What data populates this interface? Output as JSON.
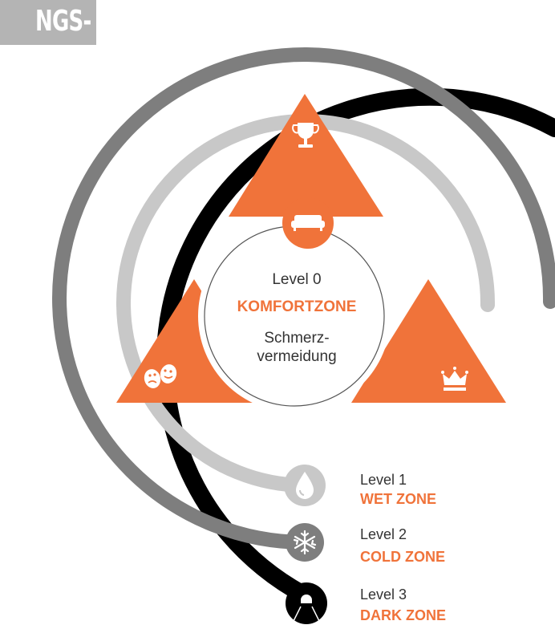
{
  "header": {
    "tab_text": "NGS-"
  },
  "center": {
    "level": "Level 0",
    "zone": "KOMFORTZONE",
    "desc_line1": "Schmerz-",
    "desc_line2": "vermeidung"
  },
  "zones": [
    {
      "level": "Level 1",
      "name": "WET ZONE",
      "icon": "water-drop-icon",
      "color": "#c8c8c8"
    },
    {
      "level": "Level 2",
      "name": "COLD ZONE",
      "icon": "snowflake-icon",
      "color": "#7e7e7e"
    },
    {
      "level": "Level 3",
      "name": "DARK ZONE",
      "icon": "flashlight-icon",
      "color": "#000000"
    }
  ],
  "icons": {
    "top": "trophy-icon",
    "center": "sofa-icon",
    "left": "theater-masks-icon",
    "right": "crown-icon"
  },
  "colors": {
    "accent": "#f0733a",
    "light_ring": "#c8c8c8",
    "mid_ring": "#7e7e7e",
    "dark_ring": "#000000"
  }
}
